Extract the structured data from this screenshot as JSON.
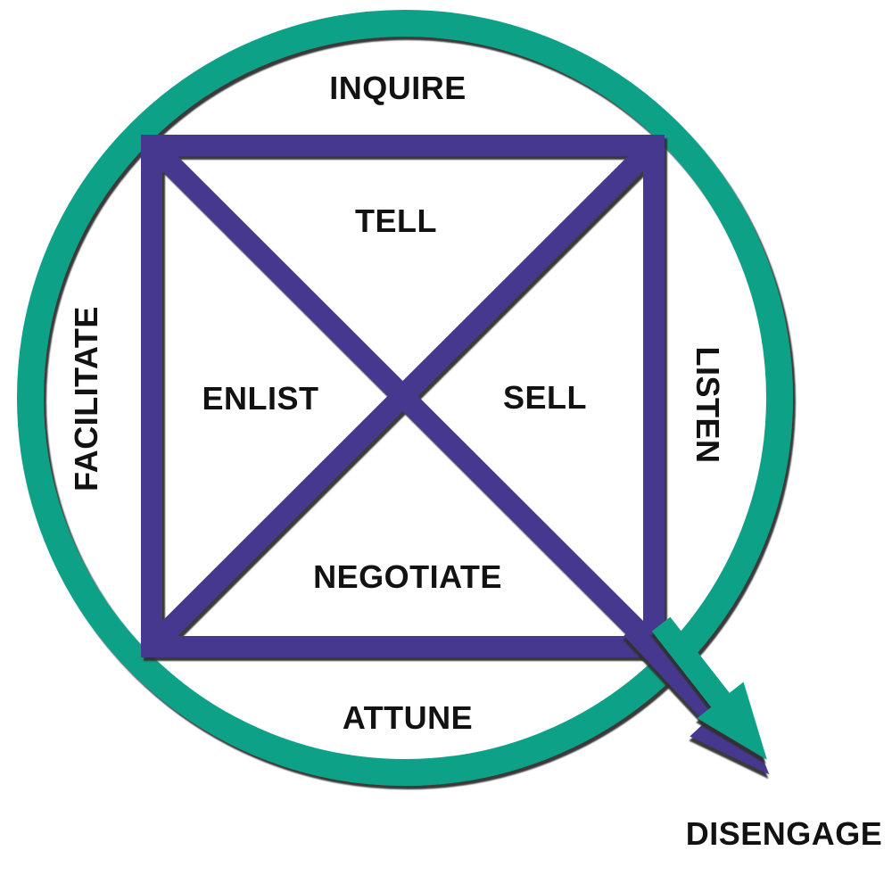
{
  "diagram": {
    "name": "engagement-cycle-diagram",
    "background": "#ffffff",
    "colors": {
      "ring_teal": "#0aa187",
      "square_indigo": "#46398f",
      "text": "#121212",
      "shadow": "#2d2d2d"
    },
    "ring_labels": {
      "top": "INQUIRE",
      "right": "LISTEN",
      "bottom": "ATTUNE",
      "left": "FACILITATE"
    },
    "quadrant_labels": {
      "top": "TELL",
      "right": "SELL",
      "bottom": "NEGOTIATE",
      "left": "ENLIST"
    },
    "exit_label": "DISENGAGE"
  }
}
